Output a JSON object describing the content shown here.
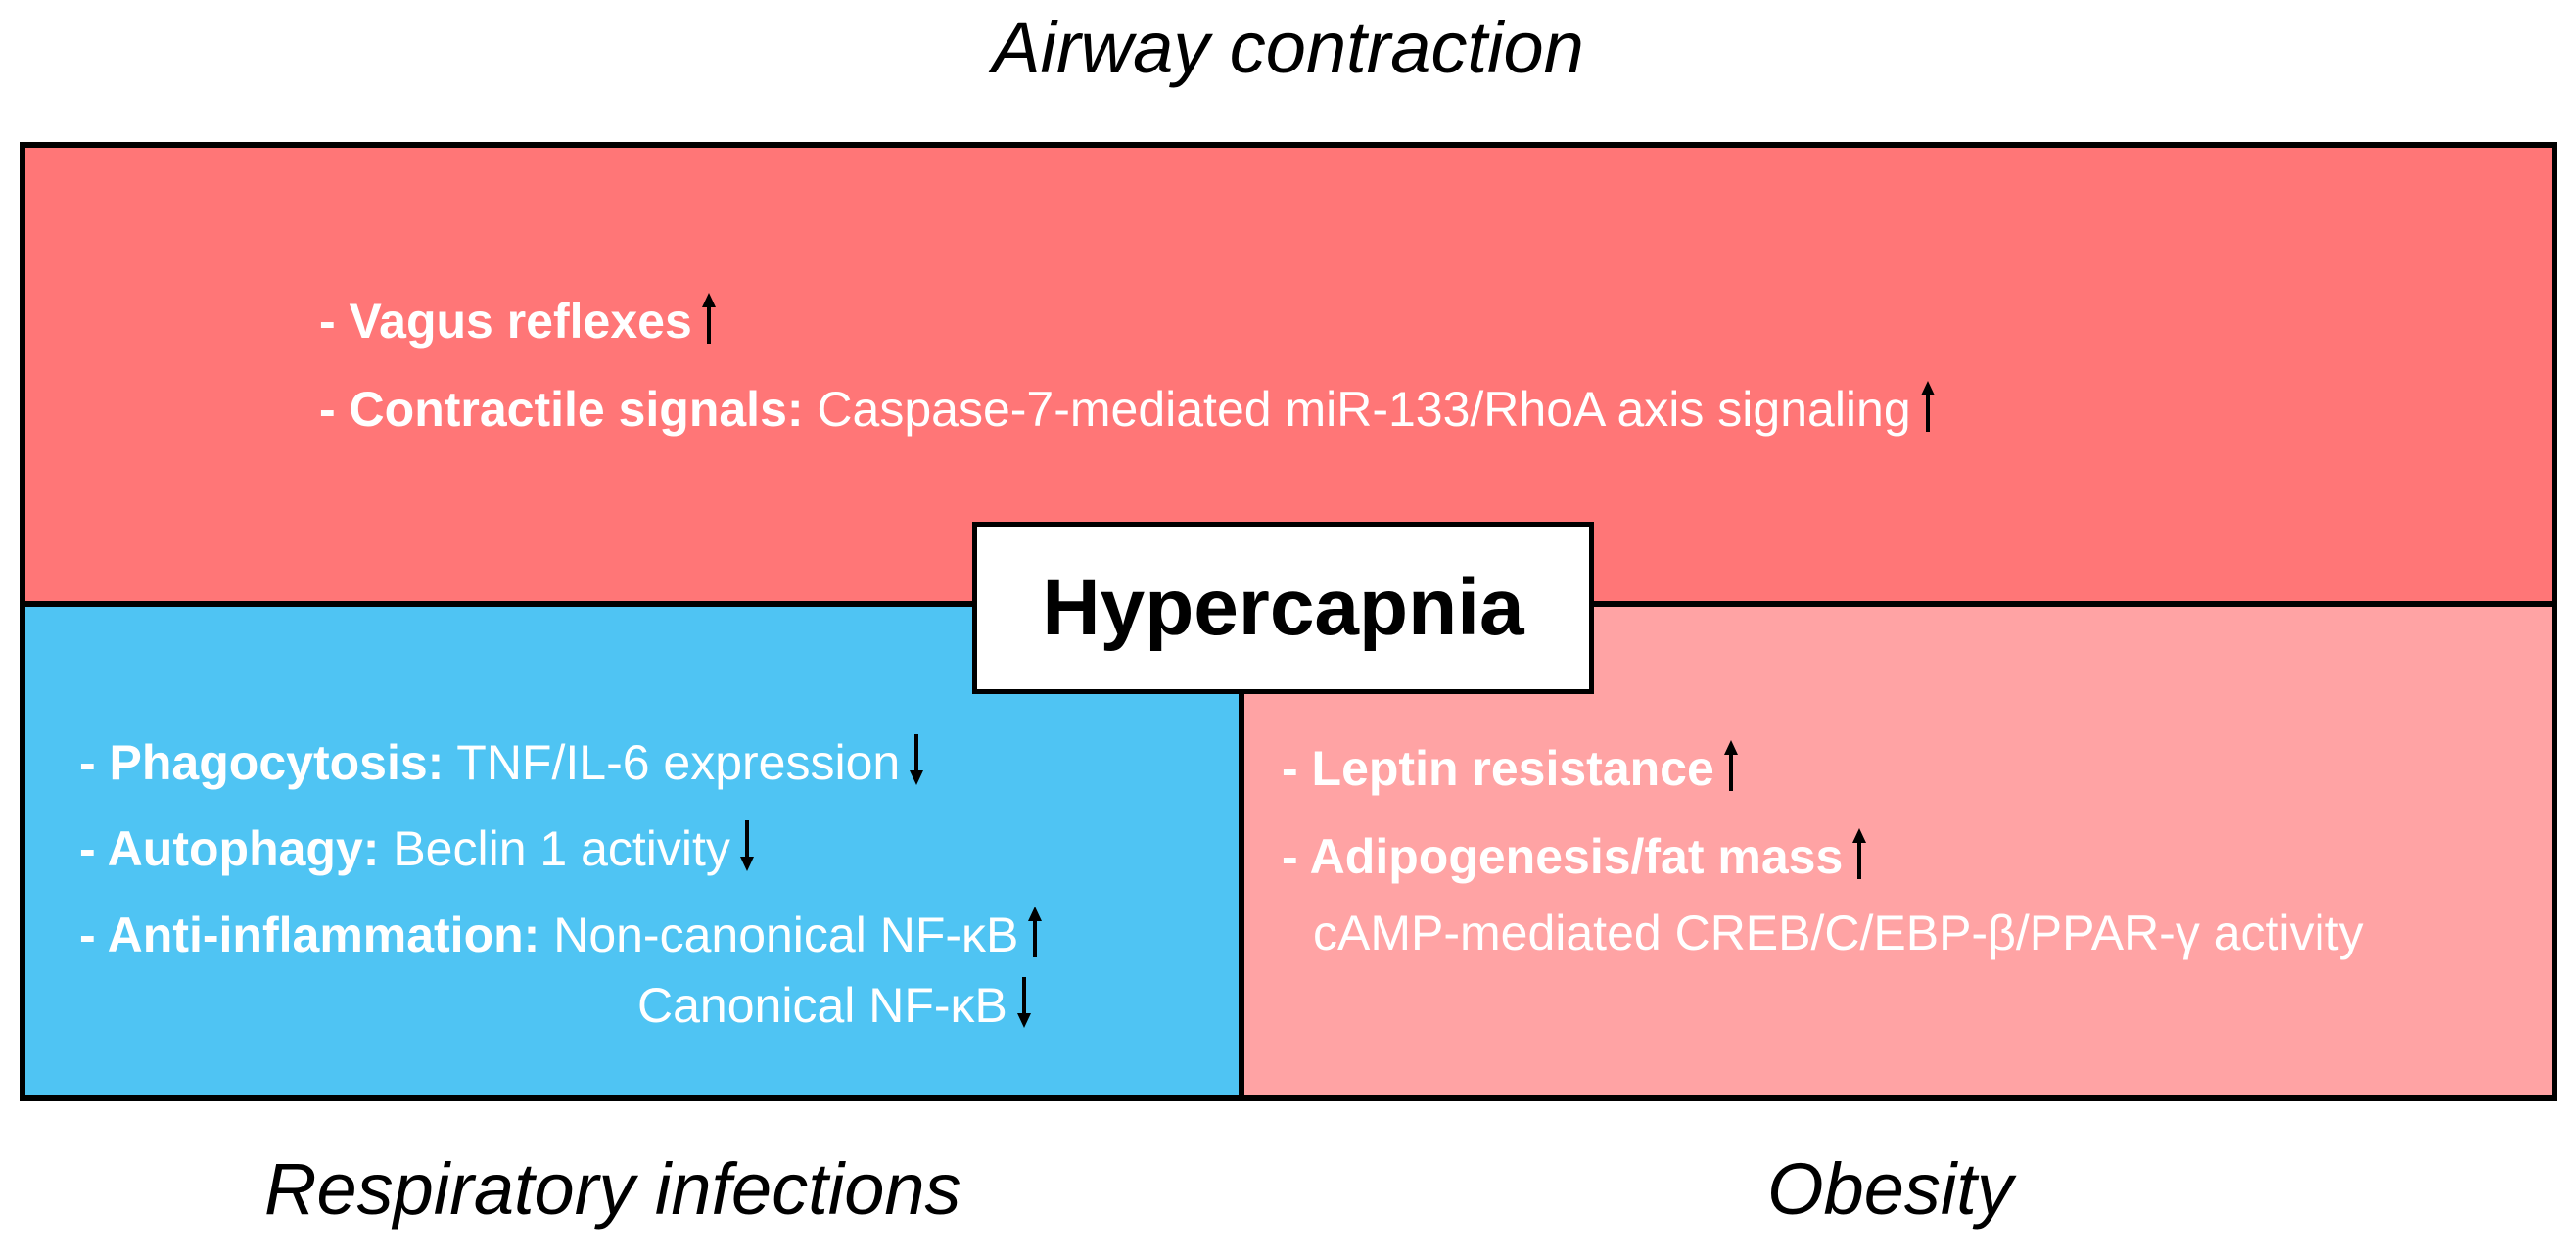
{
  "captions": {
    "top": "Airway contraction",
    "left": "Respiratory infections",
    "right": "Obesity"
  },
  "center": {
    "label": "Hypercapnia"
  },
  "colors": {
    "top_panel": "#ff7677",
    "left_panel": "#4fc4f3",
    "right_panel": "#ffa3a4",
    "text": "#ffffff",
    "border": "#000000"
  },
  "icons": {
    "up": "up-arrow-icon",
    "down": "down-arrow-icon"
  },
  "airway": {
    "vagus": {
      "term": "- Vagus reflexes",
      "trend": "up"
    },
    "contractile": {
      "term": "- Contractile signals:",
      "detail": " Caspase-7-mediated miR-133/RhoA axis signaling",
      "trend": "up"
    }
  },
  "infections": {
    "phagocytosis": {
      "term": "- Phagocytosis:",
      "detail": " TNF/IL-6 expression",
      "trend": "down"
    },
    "autophagy": {
      "term": "- Autophagy:",
      "detail": " Beclin 1 activity",
      "trend": "down"
    },
    "anti_inflammation": {
      "term": "- Anti-inflammation:",
      "detail": " Non-canonical NF-κB",
      "trend": "up"
    },
    "canonical": {
      "detail": "Canonical NF-κB",
      "trend": "down"
    }
  },
  "obesity": {
    "leptin": {
      "term": "- Leptin resistance",
      "trend": "up"
    },
    "adipogenesis": {
      "term": "- Adipogenesis/fat mass",
      "trend": "up"
    },
    "camp": {
      "detail": "cAMP-mediated CREB/C/EBP-β/PPAR-γ activity"
    }
  }
}
